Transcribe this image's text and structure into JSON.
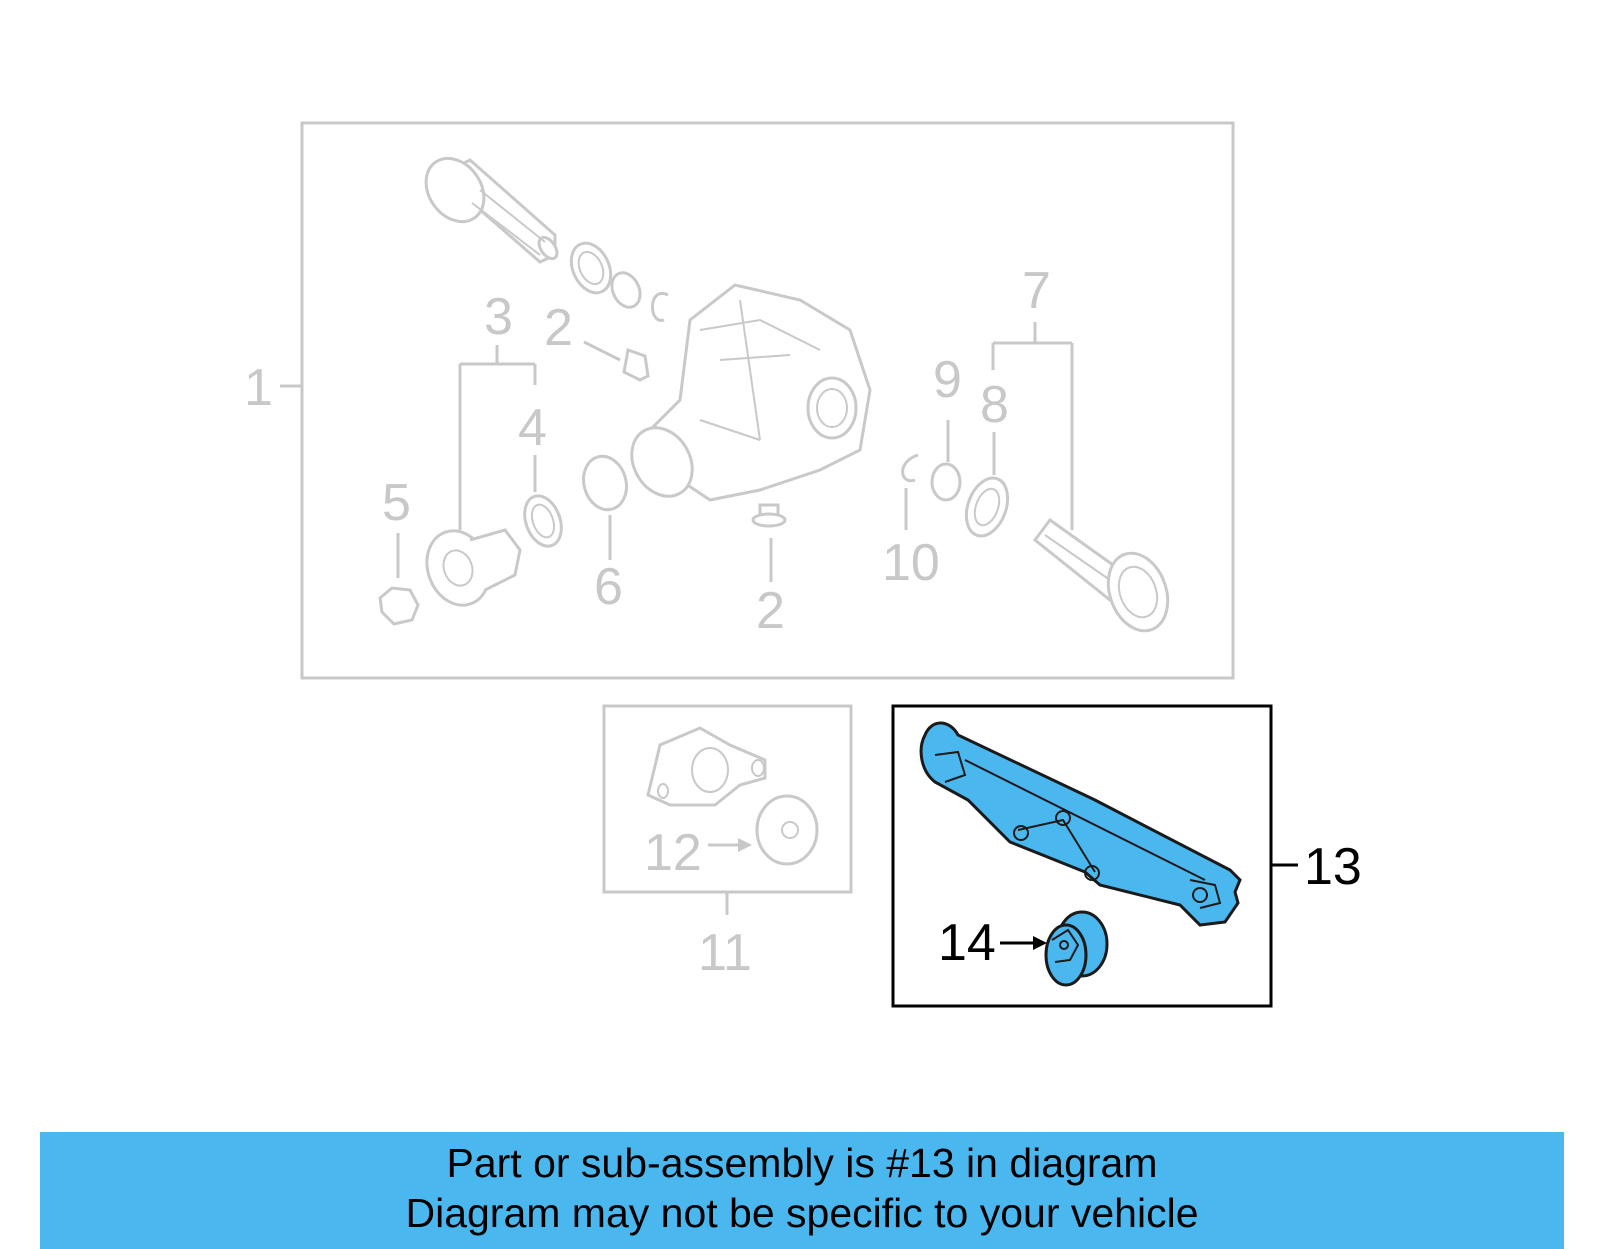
{
  "colors": {
    "highlight": "#4ab8ef",
    "banner_bg": "#4ab8ef",
    "faded": "#c8c8c8",
    "active": "#000000"
  },
  "callouts": {
    "c1": "1",
    "c2_top": "2",
    "c2_bottom": "2",
    "c3": "3",
    "c4": "4",
    "c5": "5",
    "c6": "6",
    "c7": "7",
    "c8": "8",
    "c9": "9",
    "c10": "10",
    "c11": "11",
    "c12": "12",
    "c13": "13",
    "c14": "14"
  },
  "banner": {
    "line1": "Part or sub-assembly is #13 in diagram",
    "line2": "Diagram may not be specific to your vehicle"
  }
}
